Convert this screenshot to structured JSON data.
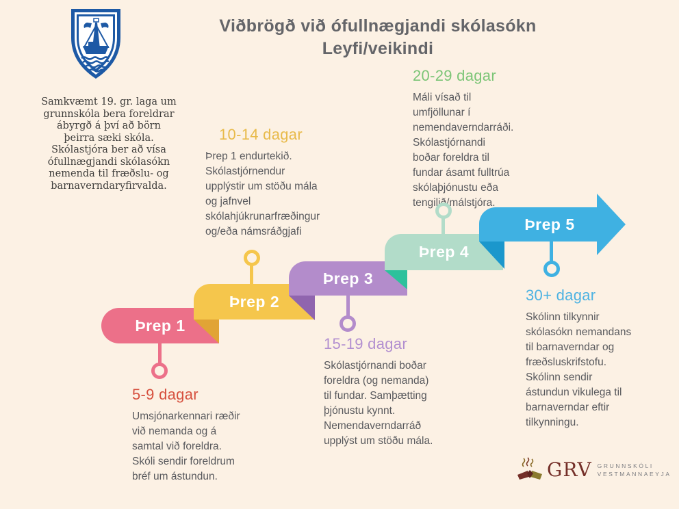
{
  "palette": {
    "background": "#fcf1e4",
    "title_gray": "#646569",
    "body_gray": "#58595d",
    "step1_pink": "#ec7089",
    "step2_yellow": "#f5c64c",
    "step2_fold_gold": "#e1a436",
    "step3_purple": "#b38ccb",
    "step3_fold_purple": "#9065ae",
    "step4_mint": "#b2dcc9",
    "step4_fold_teal": "#2dc19c",
    "step5_blue": "#3fb1e2",
    "step5_fold_blue": "#1b97cc",
    "heading_red": "#d6503e",
    "heading_gold": "#e8ba4a",
    "heading_purple": "#b28fd0",
    "heading_green": "#7cc577",
    "heading_blue": "#4cb2e2",
    "crest_blue": "#1d59a5",
    "grv_maroon": "#742f28"
  },
  "header": {
    "title_line1": "Viðbrögð við ófullnægjandi skólasókn",
    "title_line2": "Leyfi/veikindi"
  },
  "intro": {
    "text": "Samkvæmt 19. gr. laga um\ngrunnskóla bera foreldrar\nábyrgð á því að börn\nþeirra sæki skóla.\nSkólastjóra ber að vísa\nófullnægjandi skólasókn\nnemenda til fræðslu- og\nbarnaverndaryfirvalda."
  },
  "steps": [
    {
      "label": "Þrep 1",
      "color": "#ec7089",
      "pin_direction": "down"
    },
    {
      "label": "Þrep 2",
      "color": "#f5c64c",
      "pin_direction": "up"
    },
    {
      "label": "Þrep 3",
      "color": "#b38ccb",
      "pin_direction": "down"
    },
    {
      "label": "Þrep 4",
      "color": "#b2dcc9",
      "pin_direction": "up"
    },
    {
      "label": "Þrep 5",
      "color": "#3fb1e2",
      "pin_direction": "down"
    }
  ],
  "sections": [
    {
      "id": "5-9",
      "heading": "5-9 dagar",
      "color": "#d6503e",
      "body": "Umsjónarkennari ræðir\nvið nemanda og á\nsamtal við foreldra.\nSkóli sendir foreldrum\nbréf um ástundun."
    },
    {
      "id": "10-14",
      "heading": "10-14 dagar",
      "color": "#e8ba4a",
      "body": "Þrep 1 endurtekið.\nSkólastjórnendur\nupplýstir um stöðu mála\nog jafnvel\nskólahjúkrunarfræðingur\nog/eða námsráðgjafi"
    },
    {
      "id": "15-19",
      "heading": "15-19 dagar",
      "color": "#b28fd0",
      "body": "Skólastjórnandi boðar\nforeldra (og nemanda)\ntil fundar. Samþætting\nþjónustu kynnt.\nNemendaverndarráð\nupplýst um stöðu mála."
    },
    {
      "id": "20-29",
      "heading": "20-29 dagar",
      "color": "#7cc577",
      "body": "Máli vísað til\numfjöllunar í\nnemendaverndarráði.\nSkólastjórnandi\nboðar foreldra til\nfundar ásamt fulltrúa\nskólaþjónustu eða\ntengilið/málstjóra."
    },
    {
      "id": "30+",
      "heading": "30+ dagar",
      "color": "#4cb2e2",
      "body": "Skólinn tilkynnir\nskólasókn nemandans\ntil barnaverndar og\nfræðsluskrifstofu.\nSkólinn sendir\nástundun vikulega til\nbarnaverndar eftir\ntilkynningu."
    }
  ],
  "footer_logo": {
    "acronym": "GRV",
    "line1": "GRUNNSKÓLI",
    "line2": "VESTMANNAEYJA"
  }
}
